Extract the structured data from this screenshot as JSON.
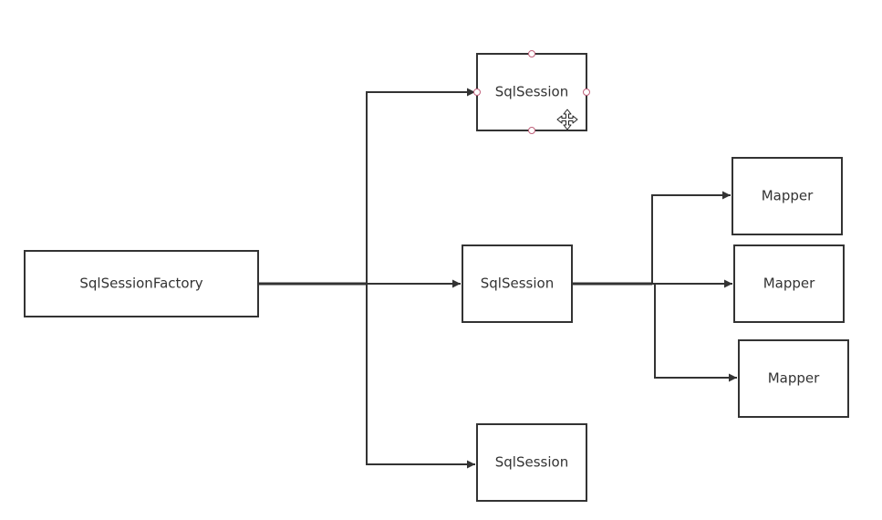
{
  "diagram": {
    "nodes": {
      "factory": {
        "label": "SqlSessionFactory"
      },
      "session_top": {
        "label": "SqlSession"
      },
      "session_middle": {
        "label": "SqlSession"
      },
      "session_bottom": {
        "label": "SqlSession"
      },
      "mapper_1": {
        "label": "Mapper"
      },
      "mapper_2": {
        "label": "Mapper"
      },
      "mapper_3": {
        "label": "Mapper"
      }
    },
    "edges": [
      {
        "from": "factory",
        "to": "session_top"
      },
      {
        "from": "factory",
        "to": "session_middle"
      },
      {
        "from": "factory",
        "to": "session_bottom"
      },
      {
        "from": "session_middle",
        "to": "mapper_1"
      },
      {
        "from": "session_middle",
        "to": "mapper_2"
      },
      {
        "from": "session_middle",
        "to": "mapper_3"
      }
    ],
    "selected_node": "session_top",
    "colors": {
      "stroke": "#333333",
      "handle": "#c0607a",
      "background": "#ffffff"
    },
    "cursor_icon": "move-cursor-icon"
  }
}
